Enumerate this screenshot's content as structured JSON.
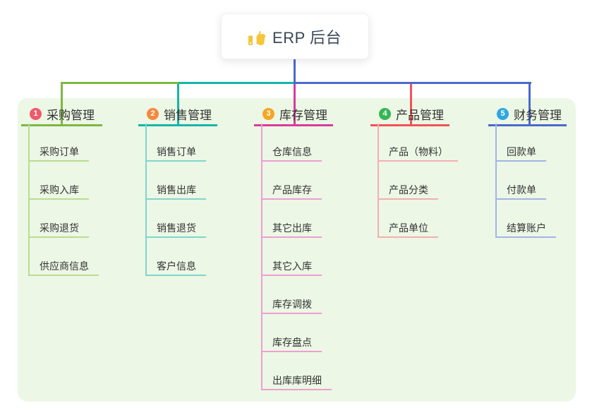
{
  "root": {
    "title": "ERP 后台",
    "icon": "thumbs-up-icon"
  },
  "branches": [
    {
      "badge": "1",
      "label": "采购管理",
      "badge_color": "#f0596b",
      "line_color": "#7db843",
      "child_line_color": "#b9dc92",
      "children": [
        "采购订单",
        "采购入库",
        "采购退货",
        "供应商信息"
      ]
    },
    {
      "badge": "2",
      "label": "销售管理",
      "badge_color": "#f6883e",
      "line_color": "#17b5a9",
      "child_line_color": "#7fd6cc",
      "children": [
        "销售订单",
        "销售出库",
        "销售退货",
        "客户信息"
      ]
    },
    {
      "badge": "3",
      "label": "库存管理",
      "badge_color": "#f6a524",
      "line_color": "#d93b9c",
      "child_line_color": "#ef9ed2",
      "children": [
        "仓库信息",
        "产品库存",
        "其它出库",
        "其它入库",
        "库存调拨",
        "库存盘点",
        "出库库明细"
      ]
    },
    {
      "badge": "4",
      "label": "产品管理",
      "badge_color": "#36b655",
      "line_color": "#f25358",
      "child_line_color": "#f5adaf",
      "children": [
        "产品（物料）",
        "产品分类",
        "产品单位"
      ]
    },
    {
      "badge": "5",
      "label": "财务管理",
      "badge_color": "#2ea7e0",
      "line_color": "#4a69cf",
      "child_line_color": "#a2b4e6",
      "children": [
        "回款单",
        "付款单",
        "结算账户"
      ]
    }
  ],
  "colors": {
    "panel_bg": "#ecf7e5",
    "root_connector": "#4a69cf",
    "thumb": "#f5c53a",
    "text": "#333333",
    "root_text": "#3a4757"
  }
}
